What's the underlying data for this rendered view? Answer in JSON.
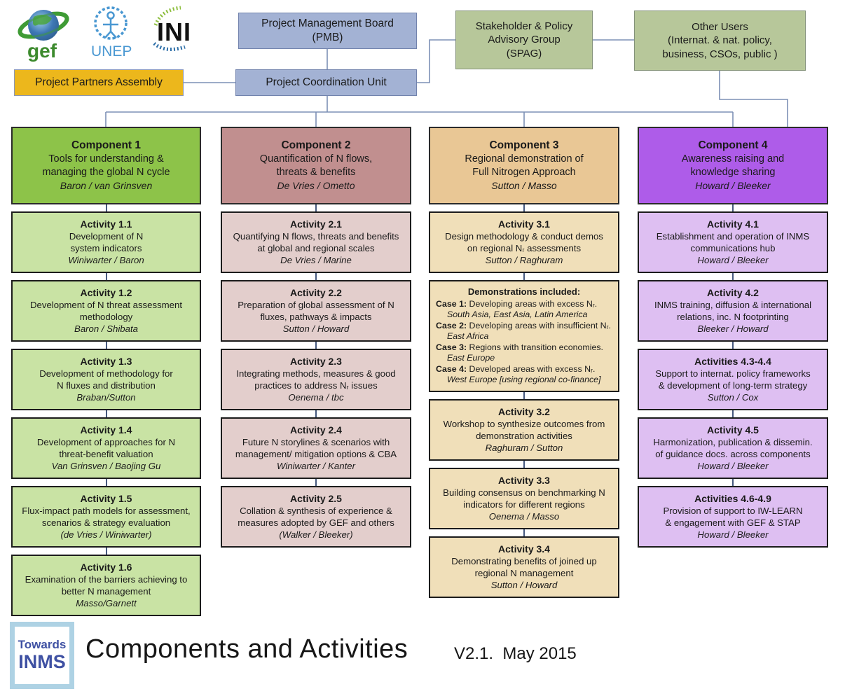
{
  "logos": {
    "gef": "gef",
    "unep": "UNEP",
    "ini": "INI"
  },
  "governance": {
    "pmb": "Project Management Board\n(PMB)",
    "project_partners_assembly": "Project Partners Assembly",
    "project_coordination_unit": "Project Coordination Unit",
    "spag": "Stakeholder & Policy\nAdvisory Group\n(SPAG)",
    "other_users": "Other Users\n(Internat. & nat. policy,\nbusiness, CSOs, public )"
  },
  "components": [
    {
      "id": "component-1",
      "title": "Component 1",
      "subtitle": "Tools for understanding &\nmanaging the global N cycle",
      "leads": "Baron / van Grinsven",
      "colors": {
        "header": "#8dc349",
        "activity": "#c9e3a4"
      },
      "activities": [
        {
          "title": "Activity 1.1",
          "desc": "Development of N\nsystem indicators",
          "leads": "Winiwarter / Baron"
        },
        {
          "title": "Activity 1.2",
          "desc": "Development of N threat assessment\nmethodology",
          "leads": "Baron / Shibata"
        },
        {
          "title": "Activity 1.3",
          "desc": "Development of methodology for\nN fluxes and distribution",
          "leads": "Braban/Sutton"
        },
        {
          "title": "Activity 1.4",
          "desc": "Development of approaches for N\nthreat-benefit valuation",
          "leads": "Van Grinsven / Baojing Gu"
        },
        {
          "title": "Activity 1.5",
          "desc": "Flux-impact path models for assessment,\nscenarios & strategy evaluation",
          "leads": "(de Vries / Winiwarter)"
        },
        {
          "title": "Activity 1.6",
          "desc": "Examination of the barriers achieving to\nbetter N management",
          "leads": "Masso/Garnett"
        }
      ]
    },
    {
      "id": "component-2",
      "title": "Component 2",
      "subtitle": "Quantification of N flows,\nthreats & benefits",
      "leads": "De Vries / Ometto",
      "colors": {
        "header": "#c18f8f",
        "activity": "#e3cecc"
      },
      "activities": [
        {
          "title": "Activity 2.1",
          "desc": "Quantifying N flows, threats and benefits\nat global and regional scales",
          "leads": "De Vries / Marine"
        },
        {
          "title": "Activity 2.2",
          "desc": "Preparation of global assessment of N\nfluxes, pathways & impacts",
          "leads": "Sutton / Howard"
        },
        {
          "title": "Activity 2.3",
          "desc": "Integrating methods, measures & good\npractices to address Nᵣ issues",
          "leads": "Oenema / tbc"
        },
        {
          "title": "Activity 2.4",
          "desc": "Future N storylines & scenarios with\nmanagement/ mitigation options & CBA",
          "leads": "Winiwarter / Kanter"
        },
        {
          "title": "Activity 2.5",
          "desc": "Collation & synthesis of experience &\nmeasures adopted by GEF and others",
          "leads": "(Walker / Bleeker)"
        }
      ]
    },
    {
      "id": "component-3",
      "title": "Component 3",
      "subtitle": "Regional demonstration  of\nFull Nitrogen Approach",
      "leads": "Sutton / Masso",
      "colors": {
        "header": "#e9c795",
        "activity": "#f0dfb9"
      },
      "activities": [
        {
          "title": "Activity 3.1",
          "desc": "Design methodology & conduct demos\non regional Nᵣ assessments",
          "leads": "Sutton / Raghuram"
        },
        {
          "title": "Demonstrations included:",
          "cases": [
            {
              "label": "Case 1:",
              "text": "Developing areas with excess Nᵣ.",
              "region": "South Asia, East Asia, Latin America"
            },
            {
              "label": "Case 2:",
              "text": "Developing areas with insufficient Nᵣ.",
              "region": "East Africa"
            },
            {
              "label": "Case 3:",
              "text": "Regions with transition economies.",
              "region": "East Europe"
            },
            {
              "label": "Case 4:",
              "text": "Developed areas with excess Nᵣ.",
              "region": "West Europe [using regional co-finance]"
            }
          ]
        },
        {
          "title": "Activity 3.2",
          "desc": "Workshop to synthesize outcomes from\ndemonstration activities",
          "leads": "Raghuram / Sutton"
        },
        {
          "title": "Activity 3.3",
          "desc": "Building consensus on benchmarking N\nindicators for different regions",
          "leads": "Oenema / Masso"
        },
        {
          "title": "Activity 3.4",
          "desc": "Demonstrating benefits of joined up\nregional N management",
          "leads": "Sutton / Howard"
        }
      ]
    },
    {
      "id": "component-4",
      "title": "Component 4",
      "subtitle": "Awareness raising and\nknowledge sharing",
      "leads": "Howard / Bleeker",
      "colors": {
        "header": "#ae5ce9",
        "activity": "#debff2"
      },
      "activities": [
        {
          "title": "Activity 4.1",
          "desc": "Establishment and operation of INMS\ncommunications hub",
          "leads": "Howard / Bleeker"
        },
        {
          "title": "Activity 4.2",
          "desc": "INMS training, diffusion & international\nrelations, inc. N footprinting",
          "leads": "Bleeker / Howard"
        },
        {
          "title": "Activities 4.3-4.4",
          "desc": "Support to internat. policy frameworks\n& development of long-term strategy",
          "leads": "Sutton / Cox"
        },
        {
          "title": "Activity 4.5",
          "desc": "Harmonization, publication & dissemin.\nof guidance docs. across components",
          "leads": "Howard / Bleeker"
        },
        {
          "title": "Activities 4.6-4.9",
          "desc": "Provision of support to IW-LEARN\n& engagement with GEF & STAP",
          "leads": "Howard / Bleeker"
        }
      ]
    }
  ],
  "footer": {
    "logo_top": "Towards",
    "logo_bottom": "INMS",
    "title": "Components and Activities",
    "version": "V2.1.  May 2015"
  },
  "style": {
    "line_color": "#7d90b5",
    "connector_color": "#46597e"
  }
}
